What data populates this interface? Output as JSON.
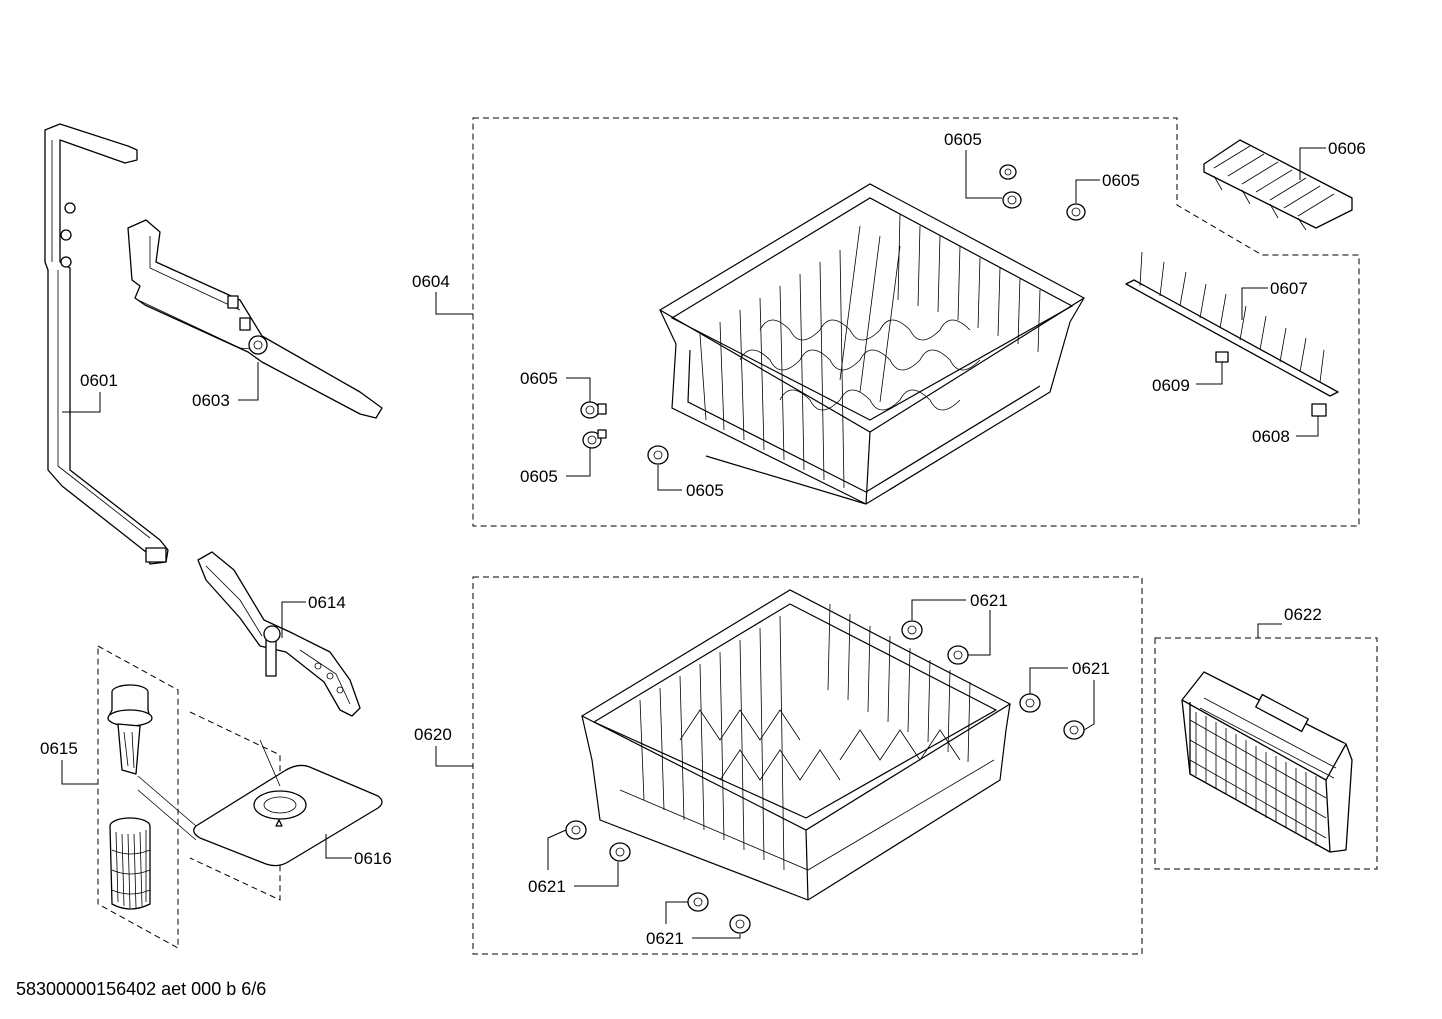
{
  "labels": {
    "p0601": "0601",
    "p0603": "0603",
    "p0604": "0604",
    "p0605_a": "0605",
    "p0605_b": "0605",
    "p0605_c": "0605",
    "p0605_d": "0605",
    "p0605_e": "0605",
    "p0606": "0606",
    "p0607": "0607",
    "p0608": "0608",
    "p0609": "0609",
    "p0614": "0614",
    "p0615": "0615",
    "p0616": "0616",
    "p0620": "0620",
    "p0621_a": "0621",
    "p0621_b": "0621",
    "p0621_c": "0621",
    "p0621_d": "0621",
    "p0622": "0622"
  },
  "footer": "58300000156402 aet 000 b 6/6"
}
